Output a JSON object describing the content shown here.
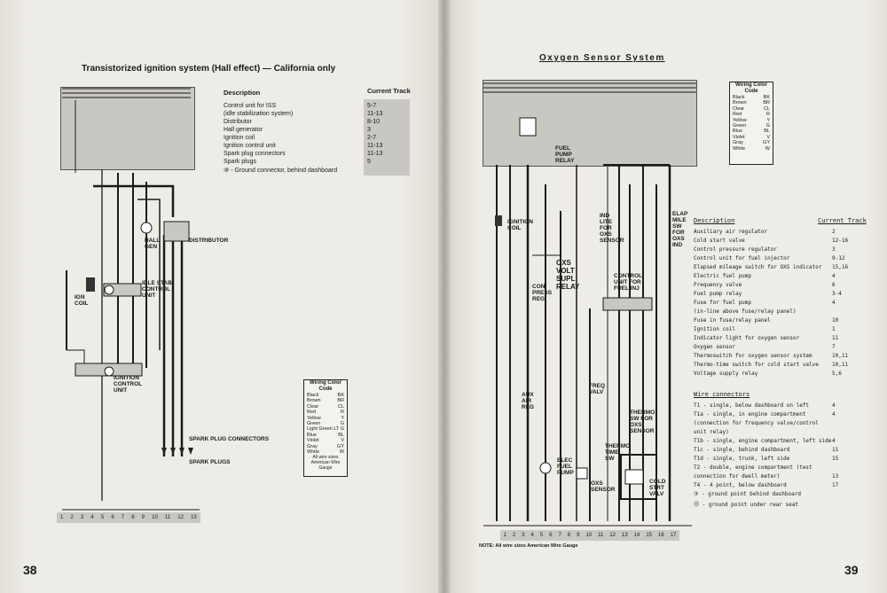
{
  "left_page": {
    "title": "Transistorized ignition system (Hall effect) — California only",
    "desc_header": "Description",
    "track_header": "Current Track",
    "rows": [
      {
        "desc": "Control unit for ISS",
        "track": "5-7"
      },
      {
        "desc": "(idle stabilization system)",
        "track": "11-13"
      },
      {
        "desc": "Distributor",
        "track": "8-10"
      },
      {
        "desc": "Hall generator",
        "track": "3"
      },
      {
        "desc": "Ignition coil",
        "track": "2-7"
      },
      {
        "desc": "Ignition control unit",
        "track": "11-13"
      },
      {
        "desc": "Spark plug connectors",
        "track": "11-13"
      },
      {
        "desc": "Spark plugs",
        "track": "5"
      },
      {
        "desc": "⑩ - Ground connector, behind dashboard",
        "track": ""
      }
    ],
    "labels": {
      "distributor": "DISTRIBUTOR",
      "hall_gen": "HALL GEN",
      "ign_coil": "IGN COIL",
      "idle_stab": "IDLE STAB CONTROL UNIT",
      "ignition_control": "IGNITION CONTROL UNIT",
      "spark_plug_connectors": "SPARK PLUG CONNECTORS",
      "spark_plugs": "SPARK PLUGS"
    },
    "legend": {
      "title": "Wiring Color Code",
      "rows": [
        [
          "Black",
          "BK"
        ],
        [
          "Brown",
          "BR"
        ],
        [
          "Clear",
          "CL"
        ],
        [
          "Red",
          "R"
        ],
        [
          "Yellow",
          "Y"
        ],
        [
          "Green",
          "G"
        ],
        [
          "Light Green",
          "LT G"
        ],
        [
          "Blue",
          "BL"
        ],
        [
          "Violet",
          "V"
        ],
        [
          "Gray",
          "GY"
        ],
        [
          "White",
          "W"
        ]
      ],
      "note": "All wire sizes American Wire Gauge"
    },
    "tracks": [
      "1",
      "2",
      "3",
      "4",
      "5",
      "6",
      "7",
      "8",
      "9",
      "10",
      "11",
      "12",
      "13"
    ],
    "page_number": "38"
  },
  "right_page": {
    "title": "Oxygen Sensor System",
    "desc_header": "Description",
    "track_header": "Current Track",
    "rows": [
      {
        "desc": "Auxiliary air regulator",
        "track": "2"
      },
      {
        "desc": "Cold start valve",
        "track": "12-16"
      },
      {
        "desc": "Control pressure regulator",
        "track": "3"
      },
      {
        "desc": "Control unit for fuel injector",
        "track": "9-12"
      },
      {
        "desc": "Elapsed mileage switch for OXS indicator",
        "track": "15,16"
      },
      {
        "desc": "Electric fuel pump",
        "track": "4"
      },
      {
        "desc": "Frequency valve",
        "track": "6"
      },
      {
        "desc": "Fuel pump relay",
        "track": "3-4"
      },
      {
        "desc": "Fuse for fuel pump",
        "track": "4"
      },
      {
        "desc": "(in-line above fuse/relay panel)",
        "track": ""
      },
      {
        "desc": "Fuse in fuse/relay panel",
        "track": "10"
      },
      {
        "desc": "Ignition coil",
        "track": "1"
      },
      {
        "desc": "Indicator light for oxygen sensor",
        "track": "11"
      },
      {
        "desc": "Oxygen sensor",
        "track": "7"
      },
      {
        "desc": "Thermoswitch for oxygen sensor system",
        "track": "10,11"
      },
      {
        "desc": "Thermo-time switch for cold start valve",
        "track": "10,11"
      },
      {
        "desc": "Voltage supply relay",
        "track": "5,6"
      }
    ],
    "connectors_header": "Wire connectors",
    "connectors": [
      {
        "desc": "T1 - single, below dashboard on left",
        "track": "4"
      },
      {
        "desc": "T1a - single, in engine compartment",
        "track": "4"
      },
      {
        "desc": "(connection for frequency valve/control",
        "track": ""
      },
      {
        "desc": "unit relay)",
        "track": ""
      },
      {
        "desc": "T1b - single, engine compartment, left side",
        "track": "4"
      },
      {
        "desc": "T1c - single, behind dashboard",
        "track": "11"
      },
      {
        "desc": "T1d - single, trunk, left side",
        "track": "15"
      },
      {
        "desc": "T2 - double, engine compartment (test",
        "track": ""
      },
      {
        "desc": "connection for dwell meter)",
        "track": "13"
      },
      {
        "desc": "T4 - 4 point, below dashboard",
        "track": "17"
      },
      {
        "desc": "③ - ground point behind dashboard",
        "track": ""
      },
      {
        "desc": "⑬ - ground point under rear seat",
        "track": ""
      }
    ],
    "labels": {
      "ignition_coil": "IGNITION COIL",
      "oxs_volt": "OXS VOLT SUPL RELAY",
      "con_press_reg": "CON PRESS REG",
      "aux_air_reg": "AUX AIR REG",
      "elec_fuel_pump": "ELEC FUEL PUMP",
      "oxs_sensor": "OXS SENSOR",
      "freq_valv": "FREQ VALV",
      "thermo_sw": "THERMO SW FOR OXS SENSOR",
      "thermo_time": "THERMO TIME SW",
      "cold_strt": "COLD STRT VALV",
      "control_unit": "CONTROL UNIT FOR FUEL INJ",
      "fuel_pump_relay": "FUEL PUMP RELAY",
      "ind_lite": "IND LITE FOR OXS SENSOR",
      "elap_mile": "ELAP MILE SW FOR OXS IND"
    },
    "legend": {
      "title": "Wiring Color Code",
      "rows": [
        [
          "Black",
          "BK"
        ],
        [
          "Brown",
          "BR"
        ],
        [
          "Clear",
          "CL"
        ],
        [
          "Red",
          "R"
        ],
        [
          "Yellow",
          "Y"
        ],
        [
          "Green",
          "G"
        ],
        [
          "Blue",
          "BL"
        ],
        [
          "Violet",
          "V"
        ],
        [
          "Gray",
          "GY"
        ],
        [
          "White",
          "W"
        ]
      ]
    },
    "tracks": [
      "1",
      "2",
      "3",
      "4",
      "5",
      "6",
      "7",
      "8",
      "9",
      "10",
      "11",
      "12",
      "13",
      "14",
      "15",
      "16",
      "17"
    ],
    "note": "NOTE: All wire sizes American Wire Gauge",
    "page_number": "39"
  }
}
